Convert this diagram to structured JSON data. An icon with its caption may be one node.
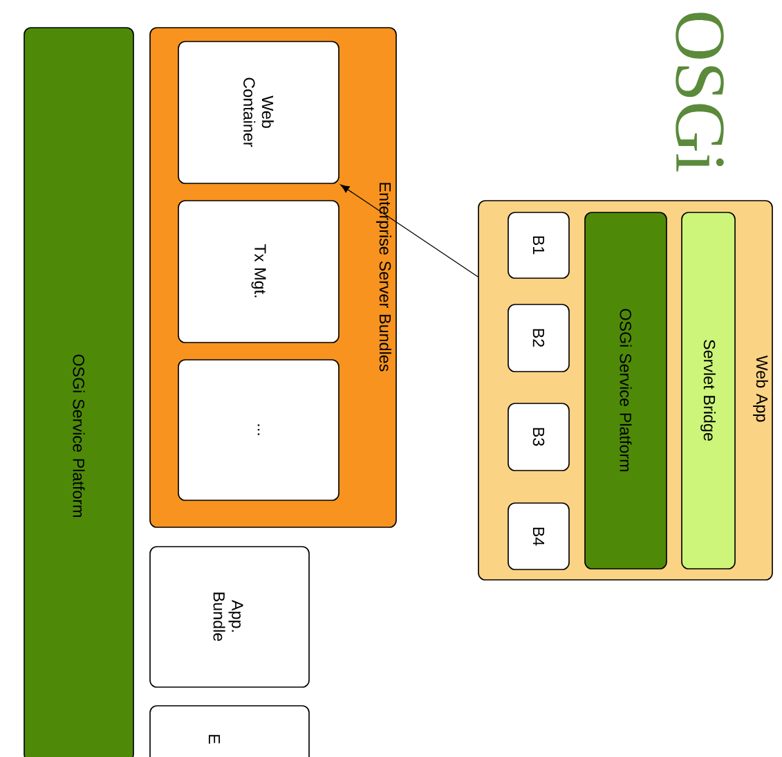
{
  "diagram": {
    "title": "OSGi",
    "nodes": [
      {
        "text": [
          "OSGi Service Platform"
        ]
      },
      {
        "text": [
          "Enterprise Server Bundles"
        ]
      },
      {
        "text": [
          "Web Container"
        ],
        "in": 1
      },
      {
        "text": [
          "Tx Mgt."
        ],
        "in": 1
      },
      {
        "text": [
          "..."
        ],
        "in": 1
      },
      {
        "text": [
          "App. Bundle"
        ]
      },
      {
        "text": [
          "E"
        ]
      },
      {
        "text": [
          "Web App"
        ]
      },
      {
        "text": [
          "Servlet Bridge"
        ],
        "in": 7
      },
      {
        "text": [
          "OSGi Service Platform"
        ],
        "in": 7
      },
      {
        "text": [
          "B1"
        ],
        "in": 7
      },
      {
        "text": [
          "B2"
        ],
        "in": 7
      },
      {
        "text": [
          "B3"
        ],
        "in": 7
      },
      {
        "text": [
          "B4"
        ],
        "in": 7
      }
    ],
    "edges": [
      {
        "from": 7,
        "to": 2,
        "arrow": "to"
      }
    ]
  }
}
